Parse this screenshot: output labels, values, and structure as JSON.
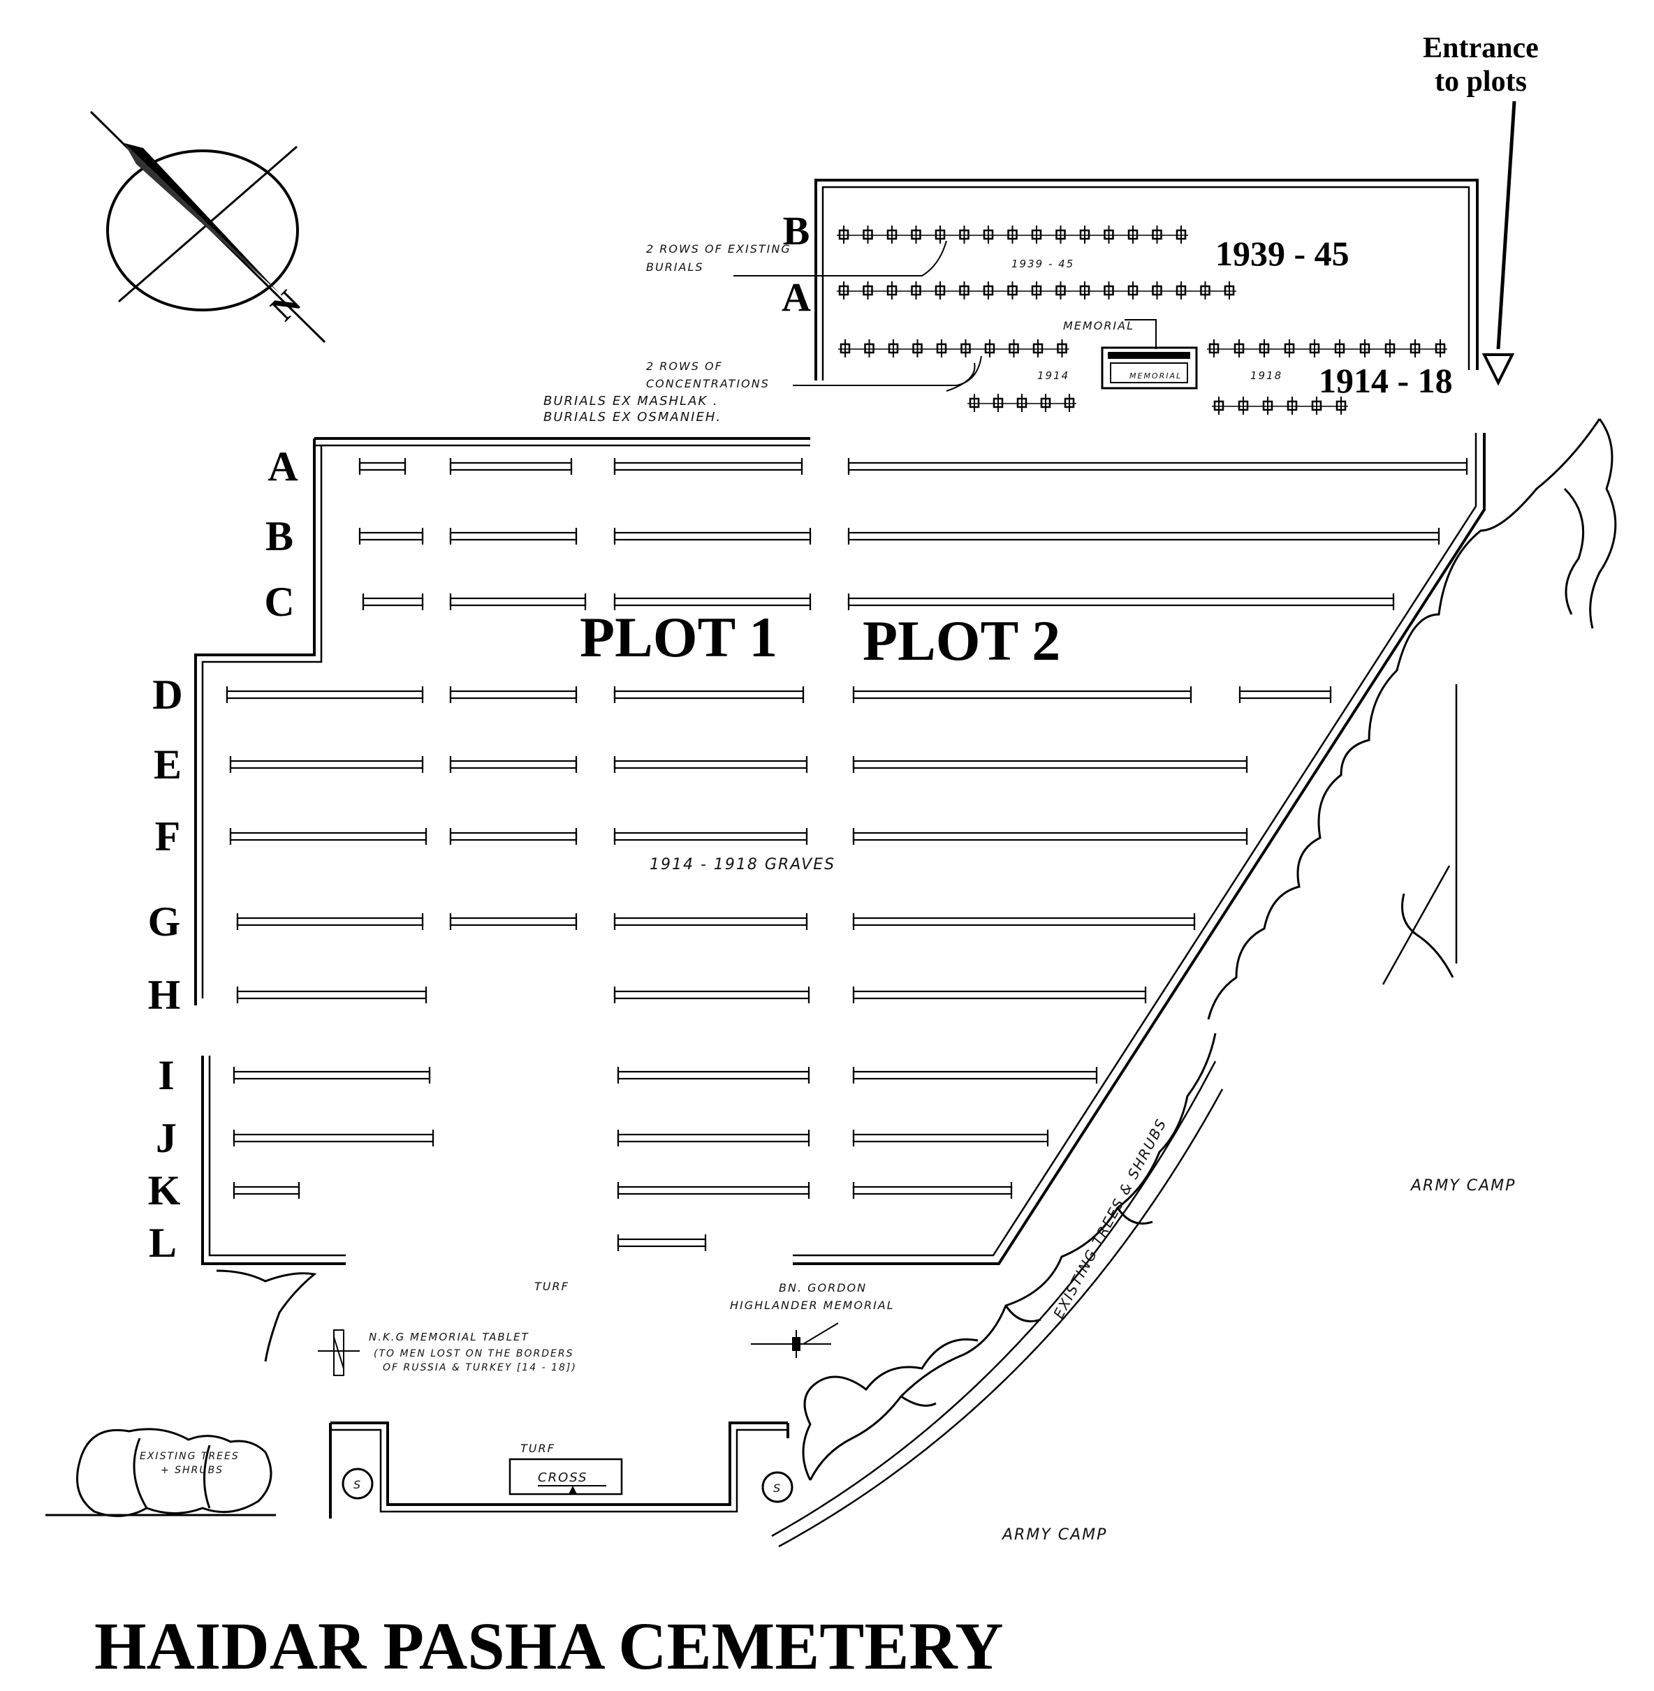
{
  "title": "HAIDAR  PASHA  CEMETERY",
  "entrance": {
    "line1": "Entrance",
    "line2": "to plots"
  },
  "compass": {
    "label": "N"
  },
  "upper_rows": {
    "b": "B",
    "a": "A"
  },
  "periods": {
    "ww2": "1939 - 45",
    "ww1": "1914 - 18"
  },
  "handwritten": {
    "existing_line1": "2 ROWS OF EXISTING",
    "existing_line2": "BURIALS",
    "sub_1939": "1939 - 45",
    "memorial": "MEMORIAL",
    "memorial_box": "MEMORIAL",
    "sub_1914": "1914",
    "sub_1918": "1918",
    "conc_line1": "2 ROWS OF",
    "conc_line2": "CONCENTRATIONS",
    "conc_line3": "BURIALS  EX  MASHLAK .",
    "conc_line4": "BURIALS  EX  OSMANIEH.",
    "graves": "1914 - 1918   GRAVES",
    "army_camp_right": "ARMY CAMP",
    "army_camp_bottom": "ARMY CAMP",
    "trees_diag": "EXISTING  TREES & SHRUBS",
    "turf_top": "TURF",
    "gordon_line1": "BN. GORDON",
    "gordon_line2": "HIGHLANDER  MEMORIAL",
    "nkg_line1": "N.K.G  MEMORIAL  TABLET",
    "nkg_line2": "(TO MEN LOST ON THE BORDERS",
    "nkg_line3": "OF RUSSIA & TURKEY [14 - 18])",
    "turf_bottom": "TURF",
    "cross": "CROSS",
    "existing_trees_l1": "EXISTING  TREES",
    "existing_trees_l2": "+ SHRUBS",
    "seat_left": "S",
    "seat_right": "S"
  },
  "plots": [
    "PLOT  1",
    "PLOT  2"
  ],
  "rows": [
    "A",
    "B",
    "C",
    "D",
    "E",
    "F",
    "G",
    "H",
    "I",
    "J",
    "K",
    "L"
  ]
}
